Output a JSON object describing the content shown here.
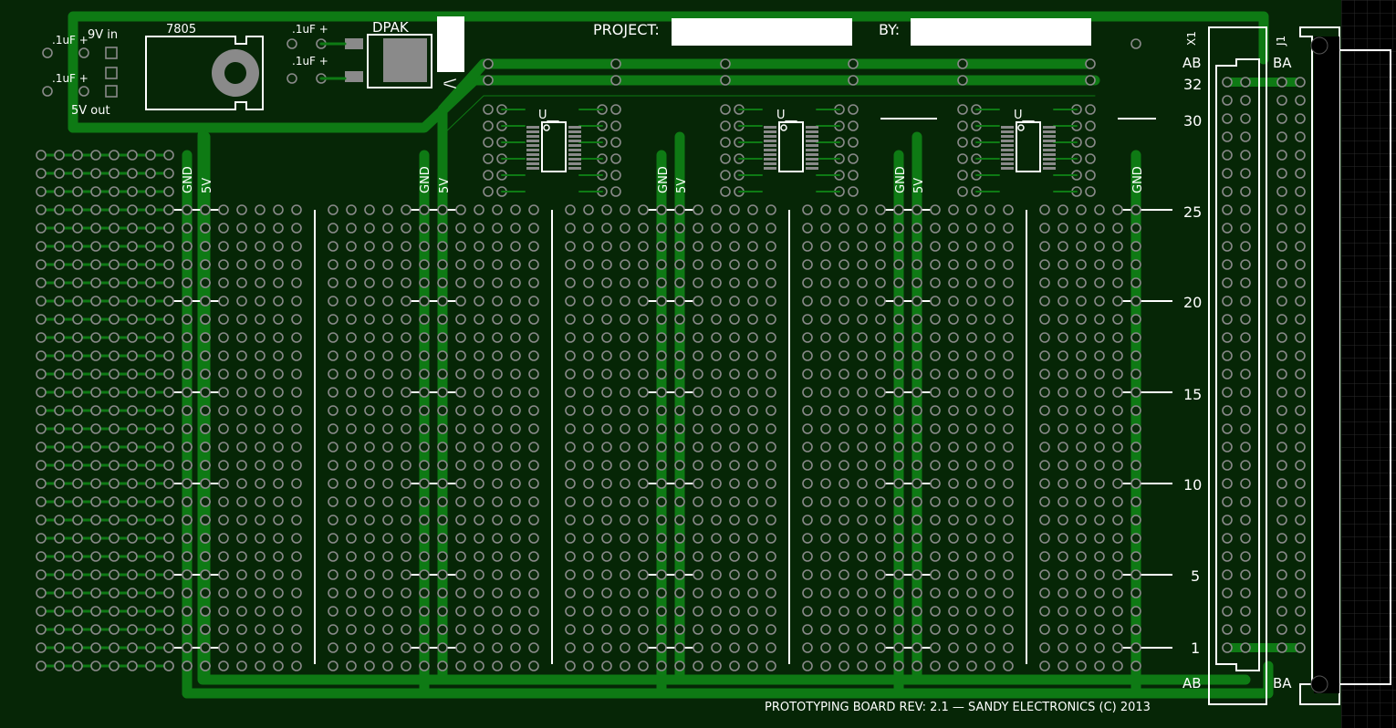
{
  "board": {
    "footer": "PROTOTYPING BOARD REV: 2.1 — SANDY ELECTRONICS (C) 2013",
    "project_label": "PROJECT:",
    "by_label": "BY:",
    "project_value": "",
    "by_value": "",
    "colors": {
      "background": "#000000",
      "board": "#062606",
      "copper": "#0e7a14",
      "silkscreen": "#ffffff",
      "pad_ring": "#8a8a8a"
    }
  },
  "power_section": {
    "regulator": "7805",
    "package": "DPAK",
    "cap_labels": [
      ".1uF +",
      ".1uF +",
      ".1uF +",
      ".1uF +"
    ],
    "input_label": "9V in",
    "output_label": "5V out",
    "arrow": "/\\"
  },
  "rails": {
    "gnd": "GND",
    "vcc": "5V"
  },
  "ic_label": "U__",
  "connectors": {
    "x1": "X1",
    "j1": "J1",
    "ab_top": "AB",
    "ba_top": "BA",
    "ab_bottom": "AB",
    "ba_bottom": "BA"
  },
  "row_numbers": [
    "32",
    "30",
    "25",
    "20",
    "15",
    "10",
    "5",
    "1"
  ]
}
